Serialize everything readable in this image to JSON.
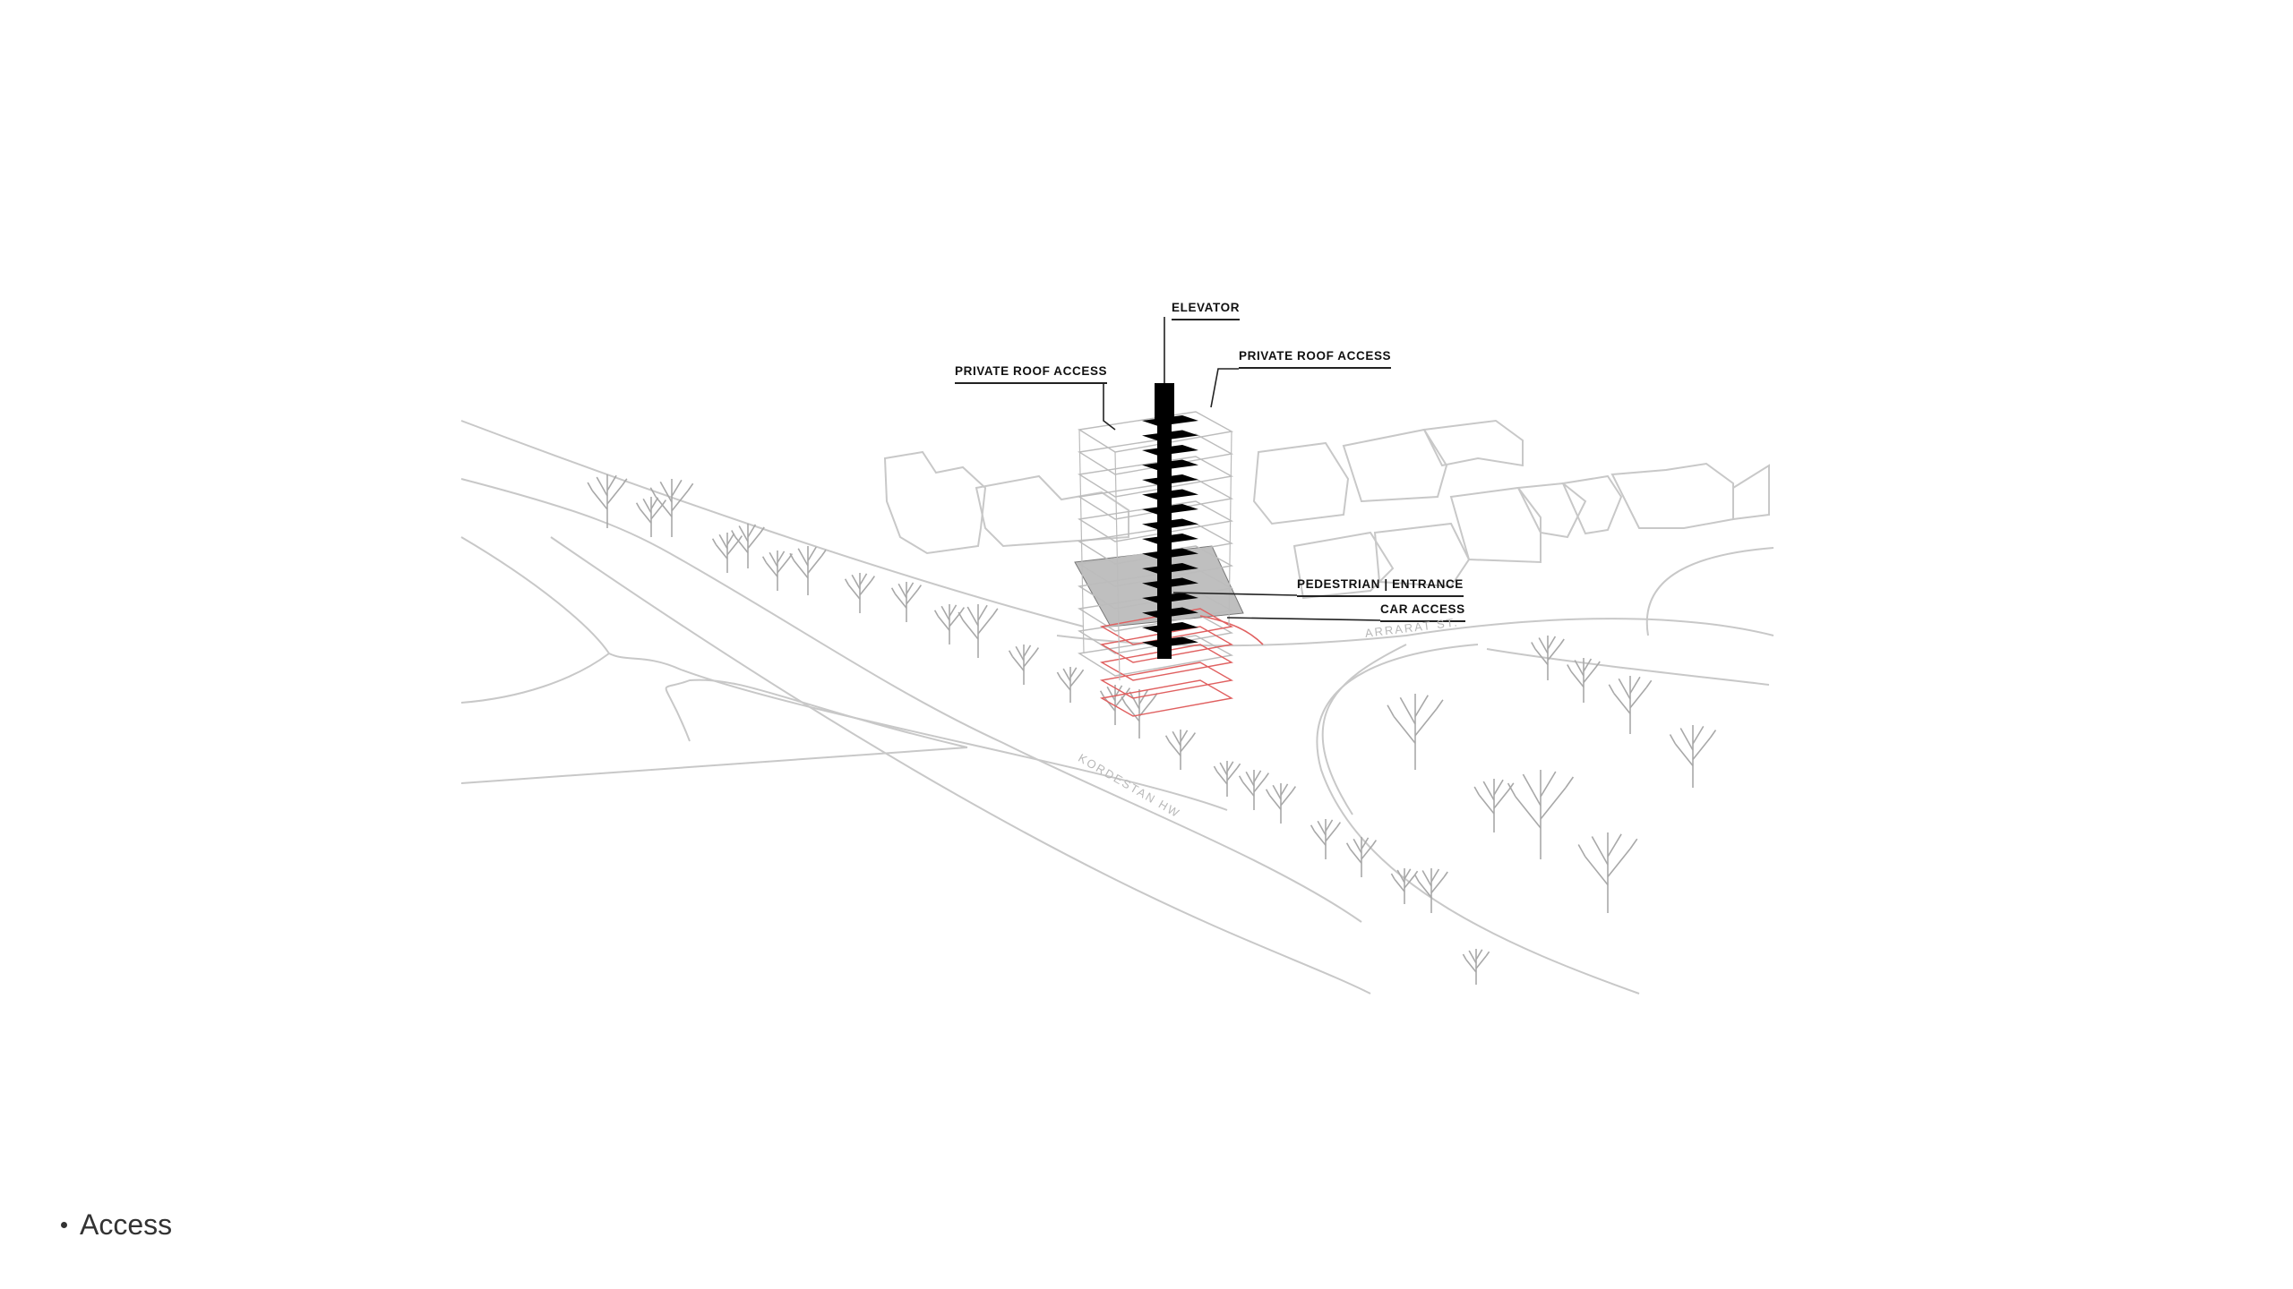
{
  "colors": {
    "context_line": "#c8c8c8",
    "tree_line": "#a8a8a8",
    "building_line": "#bcbcbc",
    "core_fill": "#000000",
    "car_access_line": "#e06060",
    "entrance_plane": "#8a8a8a"
  },
  "labels": {
    "elevator": "ELEVATOR",
    "private_roof_access_left": "PRIVATE ROOF ACCESS",
    "private_roof_access_right": "PRIVATE ROOF ACCESS",
    "pedestrian_entrance": "PEDESTRIAN | ENTRANCE",
    "car_access": "CAR ACCESS"
  },
  "streets": {
    "arrarat": "ARRARAT ST.",
    "kordestan": "KORDESTAN HW"
  },
  "caption": {
    "text": "Access"
  },
  "icons": {
    "caption_bullet": "bullet-icon",
    "tree": "tree-icon"
  }
}
